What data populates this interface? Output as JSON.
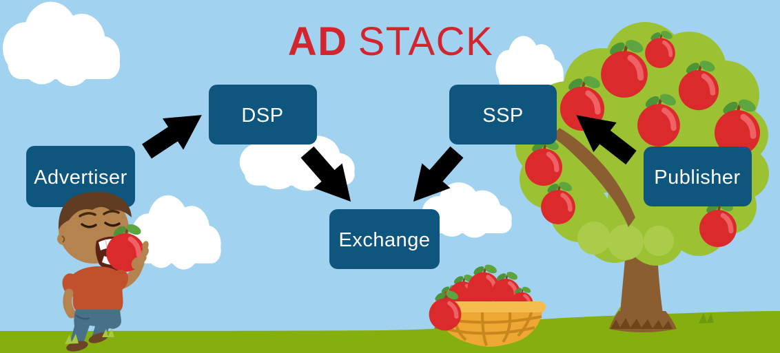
{
  "title": {
    "text_bold": "AD",
    "text_regular": "STACK",
    "color": "#D2262E"
  },
  "nodes": [
    {
      "id": "advertiser",
      "label": "Advertiser"
    },
    {
      "id": "dsp",
      "label": "DSP"
    },
    {
      "id": "ssp",
      "label": "SSP"
    },
    {
      "id": "exchange",
      "label": "Exchange"
    },
    {
      "id": "publisher",
      "label": "Publisher"
    }
  ],
  "flows": [
    {
      "from": "Advertiser",
      "to": "DSP"
    },
    {
      "from": "DSP",
      "to": "Exchange"
    },
    {
      "from": "SSP",
      "to": "Exchange"
    },
    {
      "from": "Publisher",
      "to": "SSP"
    }
  ],
  "colors": {
    "sky": "#A1D3F1",
    "grass": "#85AF0E",
    "grass_dark": "#6E9A10",
    "grass_light": "#A6C93F",
    "node_fill": "#0F567E",
    "node_text": "#FFFFFF",
    "arrow": "#000000",
    "title": "#D2262E",
    "cloud": "#FFFFFF",
    "foliage": "#9CC233",
    "foliage_light": "#ABCB4A",
    "trunk": "#8B5E31",
    "trunk_dark": "#6E4419",
    "apple": "#DB2A2C",
    "apple_highlight": "#EE6164",
    "leaf": "#4C9437",
    "leaf_light": "#5CA53F",
    "basket": "#EFA733",
    "basket_rim": "#F5BD4F",
    "basket_weave": "#C9861F",
    "skin": "#B5834E",
    "hair": "#5F3C22",
    "shirt": "#C1502D",
    "jeans": "#497089",
    "shoe": "#6B4526"
  },
  "scene": {
    "illustrations": [
      "cloud",
      "apple-tree",
      "apple",
      "apple-basket",
      "boy-eating-apple",
      "grass",
      "flow-arrow"
    ]
  }
}
